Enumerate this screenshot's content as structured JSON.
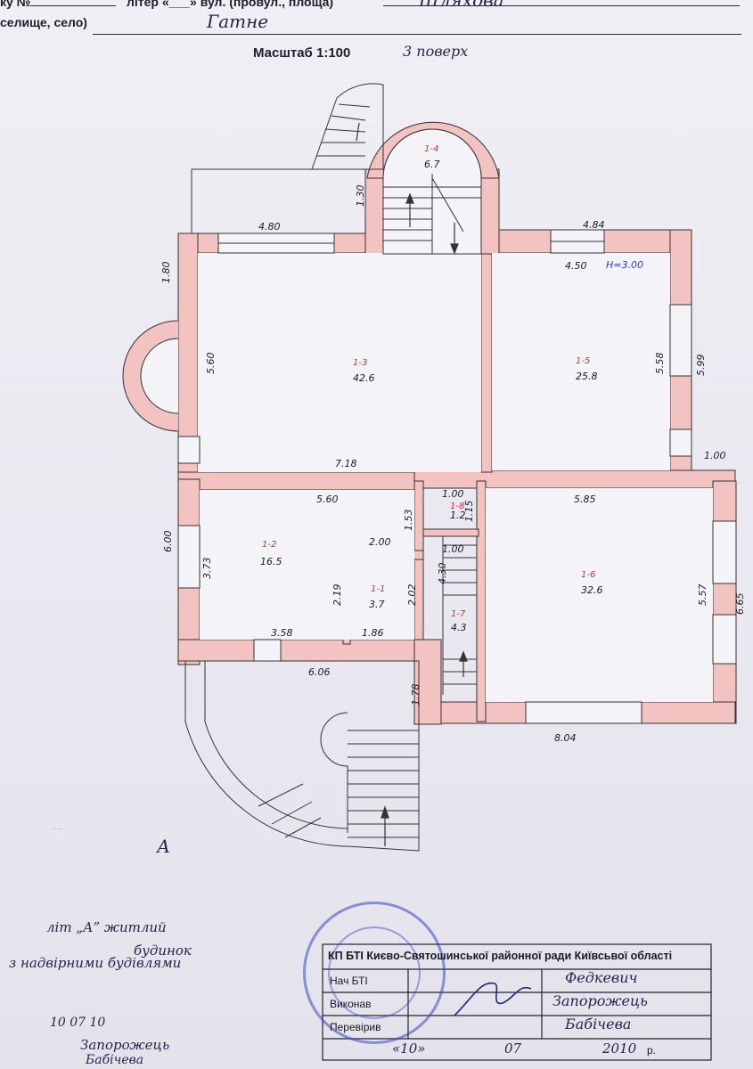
{
  "header": {
    "line1_prefix": "ку №",
    "line1_mid": "літер «___» вул. (провул., площа)",
    "street": "Шляхова",
    "line2_prefix": "селище, село)",
    "village": "Гатне",
    "scale": "Масштаб 1:100",
    "floor": "3 поверх"
  },
  "plan": {
    "rooms": [
      {
        "id": "1-3",
        "area": "42.6"
      },
      {
        "id": "1-5",
        "area": "25.8"
      },
      {
        "id": "1-4",
        "area": "6.7"
      },
      {
        "id": "1-2",
        "area": "16.5"
      },
      {
        "id": "1-1",
        "area": "3.7"
      },
      {
        "id": "1-8",
        "area": "1.2"
      },
      {
        "id": "1-7",
        "area": "4.3"
      },
      {
        "id": "1-6",
        "area": "32.6"
      }
    ],
    "ceiling_note": "H=3.00",
    "dimensions": {
      "d480": "4.80",
      "d130": "1.30",
      "d180": "1.80",
      "d560v": "5.60",
      "d484": "4.84",
      "d450": "4.50",
      "d558": "5.58",
      "d599": "5.99",
      "d718": "7.18",
      "d100a": "1.00",
      "d560h": "5.60",
      "d153": "1.53",
      "d100b": "1.00",
      "d115": "1.15",
      "d585": "5.85",
      "d600": "6.00",
      "d373": "3.73",
      "d200": "2.00",
      "d219": "2.19",
      "d202": "2.02",
      "d100c": "1.00",
      "d430": "4.30",
      "d557": "5.57",
      "d665": "6.65",
      "d358": "3.58",
      "d186": "1.86",
      "d606": "6.06",
      "d178": "1.78",
      "d804": "8.04"
    },
    "letter": "А"
  },
  "stamp": {
    "org": "КП БТІ Києво-Святошинської районної ради Київсьвої області",
    "head_label": "Нач БТІ",
    "head_name": "Федкевич",
    "exec_label": "Виконав",
    "exec_name": "Запорожець",
    "check_label": "Перевірив",
    "check_name": "Бабічева",
    "date_day": "«10»",
    "date_month": "07",
    "date_year": "2010",
    "date_suffix": "р."
  },
  "notes": {
    "line1": "літ „А” житлий",
    "line2": "будинок",
    "line3": "з надвірними будівлями",
    "date": "10    07    10",
    "name1": "Запорожець",
    "name2": "Бабічева"
  },
  "colors": {
    "wall": "#f2c3c0",
    "ink": "#1b1b27",
    "red_ink": "#c2313a",
    "blue_ink": "#2c3ed0",
    "stamp": "#3a46c8"
  }
}
